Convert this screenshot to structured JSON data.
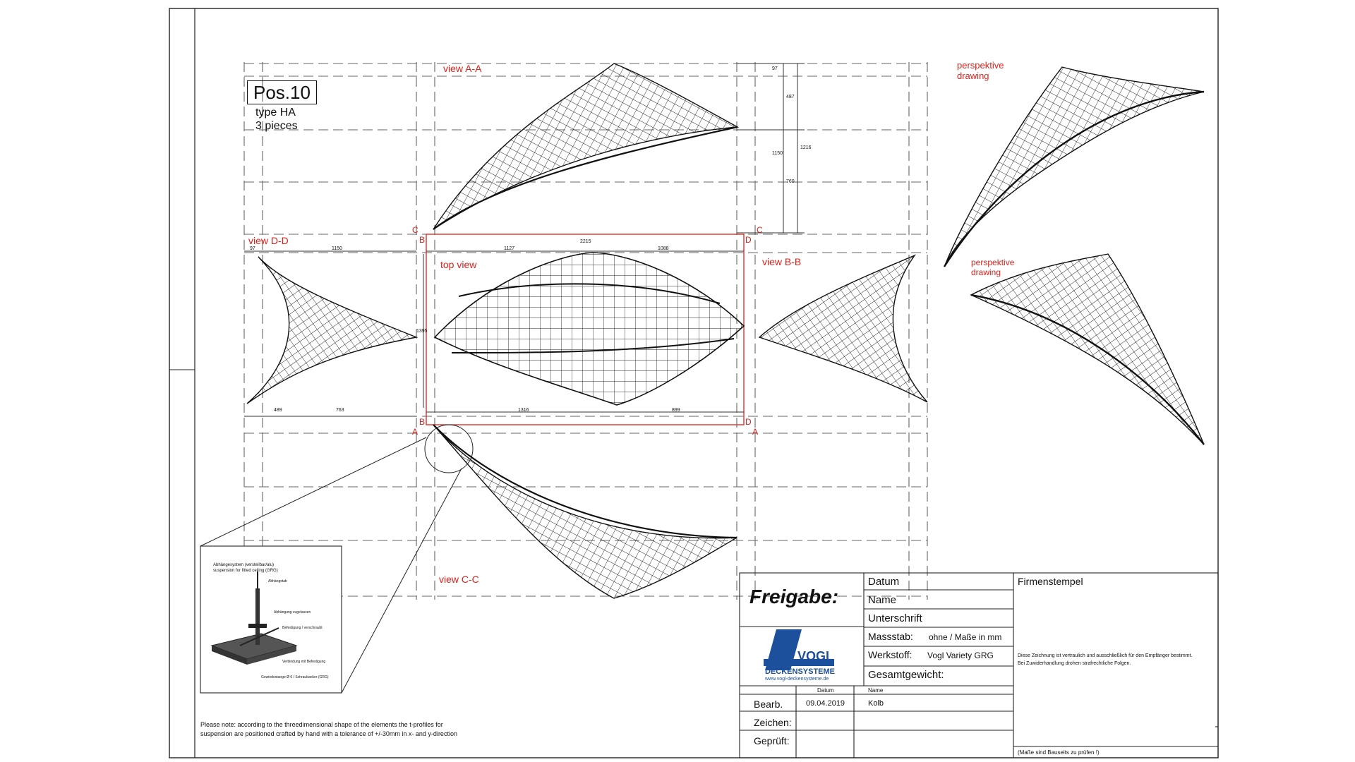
{
  "drawing": {
    "pos_title": "Pos.10",
    "type_line": "type HA",
    "pieces_line": "3 pieces",
    "views": {
      "view_aa": "view A-A",
      "view_bb": "view B-B",
      "view_cc": "view C-C",
      "view_dd": "view D-D",
      "top_view": "top view",
      "perspective_1_l1": "perspektive",
      "perspective_1_l2": "drawing",
      "perspective_2_l1": "perspektive",
      "perspective_2_l2": "drawing"
    },
    "section_markers": {
      "a": "A",
      "b": "B",
      "c": "C",
      "d": "D"
    },
    "dimensions": {
      "top_total": "2215",
      "top_left": "1127",
      "top_right": "1088",
      "bottom_left": "1316",
      "bottom_right": "899",
      "top_height": "1395",
      "dd_left": "97",
      "dd_mid": "1150",
      "dd_b1": "489",
      "dd_b2": "763",
      "aa_h1": "97",
      "aa_h2": "487",
      "aa_h3": "1150",
      "aa_h4": "1216",
      "aa_h5": "760"
    },
    "note_line1": "Please note: according to the threedimensional shape of the elements the t-profiles for",
    "note_line2": "suspension are positioned crafted by hand with a tolerance of +/-30mm in x- and y-direction",
    "detail_title_l1": "Abhängesystem (verstellbar/alu)",
    "detail_title_l2": "suspension for fitted ceiling (GRG)",
    "detail_labels": [
      "Abhängstab",
      "Abhängung zugelassen",
      "Befestigung / verschraubt",
      "Verbindung mit Befestigung",
      "Gewindestange Ø 6 / Schraubanker (GRG)"
    ]
  },
  "title_block": {
    "freigabe": "Freigabe:",
    "datum": "Datum",
    "name": "Name",
    "unterschrift": "Unterschrift",
    "massstab_label": "Massstab:",
    "massstab_value": "ohne / Maße in mm",
    "werkstoff_label": "Werkstoff:",
    "werkstoff_value": "Vogl Variety GRG",
    "gesamtgewicht": "Gesamtgewicht:",
    "firmenstempel": "Firmenstempel",
    "confidential_l1": "Diese Zeichnung ist vertraulich und ausschließlich für den Empfänger bestimmt.",
    "confidential_l2": "Bei Zuwiderhandlung drohen strafrechtliche Folgen.",
    "col_datum": "Datum",
    "col_name": "Name",
    "bearb_label": "Bearb.",
    "bearb_date": "09.04.2019",
    "bearb_name": "Kolb",
    "zeichen_label": "Zeichen:",
    "geprueft_label": "Geprüft:",
    "footer_note": "(Maße sind Bauseits zu prüfen !)",
    "logo_main": "VOGL",
    "logo_sub": "DECKENSYSTEME",
    "logo_url": "www.vogl-deckensysteme.de"
  },
  "colors": {
    "annotation_red": "#e0201b",
    "line": "#111111",
    "logo_blue": "#1c4f9c"
  }
}
